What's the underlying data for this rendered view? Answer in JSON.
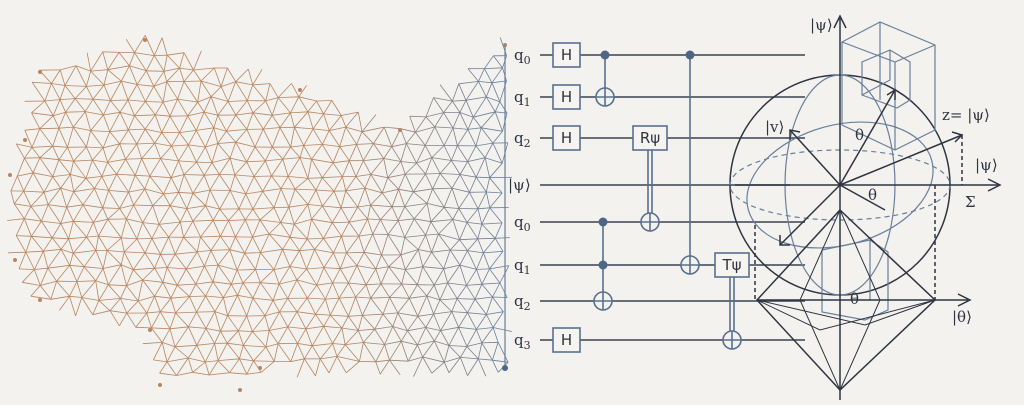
{
  "circuit": {
    "wires": [
      "q0",
      "q1",
      "q2",
      "|ψ⟩",
      "q0",
      "q1",
      "q2",
      "q3"
    ],
    "wire_subscripts": [
      {
        "base": "q",
        "sub": "0"
      },
      {
        "base": "q",
        "sub": "1"
      },
      {
        "base": "q",
        "sub": "2"
      },
      {
        "base": "|ψ⟩",
        "sub": ""
      },
      {
        "base": "q",
        "sub": "0"
      },
      {
        "base": "q",
        "sub": "1"
      },
      {
        "base": "q",
        "sub": "2"
      },
      {
        "base": "q",
        "sub": "3"
      }
    ],
    "hadamard_label": "H",
    "r_gate_label": "Rψ",
    "t_gate_label": "Tψ"
  },
  "bloch": {
    "top_axis_label": "|ψ⟩",
    "v_label": "|v⟩",
    "z_label": "z= |ψ⟩",
    "right_axis_label": "|ψ⟩",
    "sigma_label": "Σ",
    "theta_label": "θ",
    "bottom_axis_label": "|θ⟩"
  },
  "colors": {
    "mesh": "#b98560",
    "mesh_edge": "#6a7f9c",
    "circuit": "#5a6f8f",
    "ink": "#2e3440"
  }
}
